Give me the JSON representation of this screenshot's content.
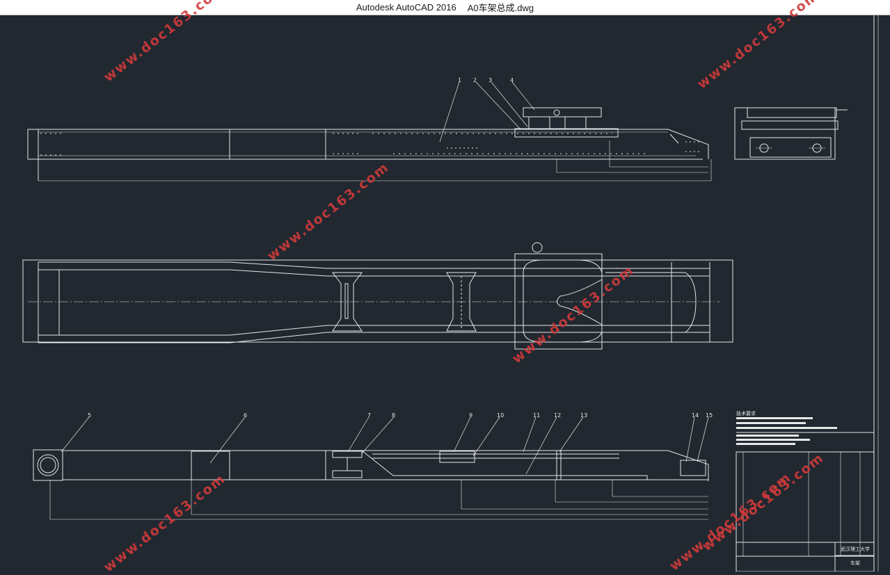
{
  "window": {
    "app_name": "Autodesk AutoCAD 2016",
    "file_name": "A0车架总成.dwg"
  },
  "drawing": {
    "callouts_top": [
      "1",
      "2",
      "3",
      "4"
    ],
    "callouts_bottom": [
      "5",
      "6",
      "7",
      "8",
      "9",
      "10",
      "11",
      "12",
      "13",
      "14",
      "15"
    ],
    "tech_title": "技术要求",
    "school": "武汉理工大学",
    "part_name": "车架"
  },
  "watermarks": [
    "www.doc163.com",
    "www.doc163.com",
    "www.doc163.com",
    "www.doc163.com",
    "www.doc163.com",
    "www.doc163.com",
    "www.doc163.com"
  ],
  "colors": {
    "background": "#212830",
    "lines": "#e8e8e8",
    "watermark": "#d13a3a"
  }
}
